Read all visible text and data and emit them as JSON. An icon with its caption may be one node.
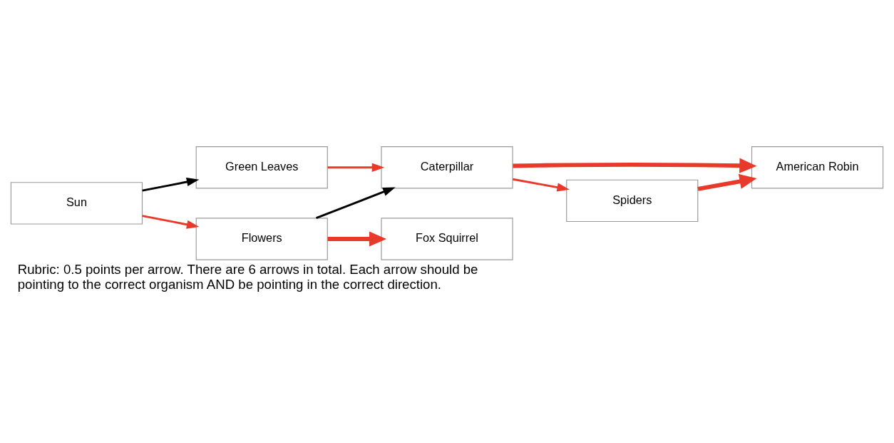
{
  "diagram": {
    "caption": "Rubric: 0.5 points per arrow. There are 6 arrows in total. Each arrow should be pointing to the correct organism AND be pointing in the correct direction.",
    "nodes": [
      {
        "text": [
          "Green Leaves"
        ]
      },
      {
        "text": [
          "American Robin"
        ]
      },
      {
        "text": [
          "Sun"
        ]
      },
      {
        "text": [
          "Caterpillar"
        ]
      },
      {
        "text": [
          "Flowers"
        ]
      },
      {
        "text": [
          "Spiders"
        ]
      },
      {
        "text": [
          "Fox Squirrel"
        ]
      }
    ],
    "edges": [
      {
        "from": 2,
        "to": 0,
        "arrow": "to",
        "color": "#000000"
      },
      {
        "from": 2,
        "to": 4,
        "arrow": "to"
      },
      {
        "from": 0,
        "to": 3,
        "arrow": "to"
      },
      {
        "from": 4,
        "to": 3,
        "arrow": "to",
        "color": "#000000"
      },
      {
        "from": 4,
        "to": 6,
        "arrow": "to",
        "style": "thick"
      },
      {
        "from": 3,
        "to": 1,
        "arrow": "to",
        "style": "thick"
      },
      {
        "from": 3,
        "to": 5,
        "arrow": "to"
      },
      {
        "from": 5,
        "to": 1,
        "arrow": "to",
        "style": "thick"
      }
    ]
  }
}
